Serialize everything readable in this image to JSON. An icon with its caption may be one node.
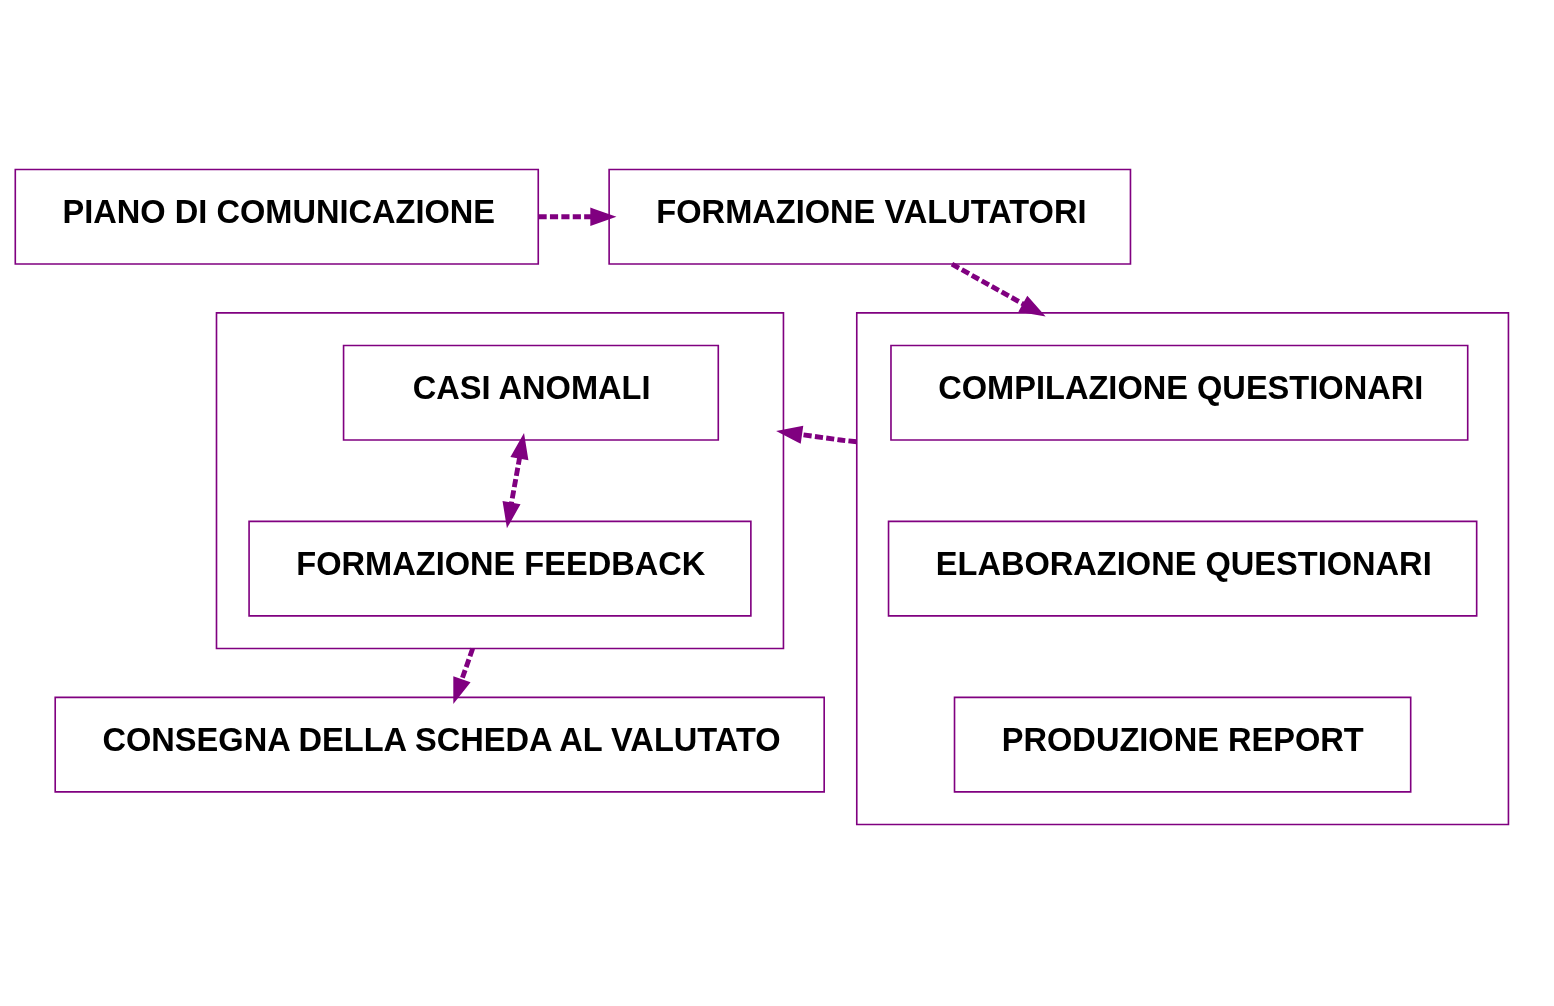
{
  "diagram": {
    "nodes": [
      {
        "text": [
          "PIANO DI COMUNICAZIONE"
        ]
      },
      {
        "text": [
          "FORMAZIONE VALUTATORI"
        ]
      },
      {
        "text": [],
        "shape": "box"
      },
      {
        "text": [
          "CASI ANOMALI"
        ],
        "in": 2
      },
      {
        "text": [
          "FORMAZIONE FEEDBACK"
        ],
        "in": 2
      },
      {
        "text": [],
        "shape": "box"
      },
      {
        "text": [
          "COMPILAZIONE QUESTIONARI"
        ],
        "in": 5
      },
      {
        "text": [
          "ELABORAZIONE QUESTIONARI"
        ],
        "in": 5
      },
      {
        "text": [
          "PRODUZIONE REPORT"
        ],
        "in": 5
      },
      {
        "text": [
          "CONSEGNA DELLA SCHEDA AL VALUTATO"
        ]
      }
    ],
    "edges": [
      {
        "from": 0,
        "to": 1,
        "arrow": "to",
        "style": "dashed"
      },
      {
        "from": 1,
        "to": 5,
        "arrow": "to",
        "style": "dashed"
      },
      {
        "from": 5,
        "to": 2,
        "arrow": "to",
        "style": "dashed"
      },
      {
        "from": 3,
        "to": 4,
        "arrow": "both",
        "style": "dashed"
      },
      {
        "from": 2,
        "to": 9,
        "arrow": "to",
        "style": "dashed"
      }
    ]
  }
}
